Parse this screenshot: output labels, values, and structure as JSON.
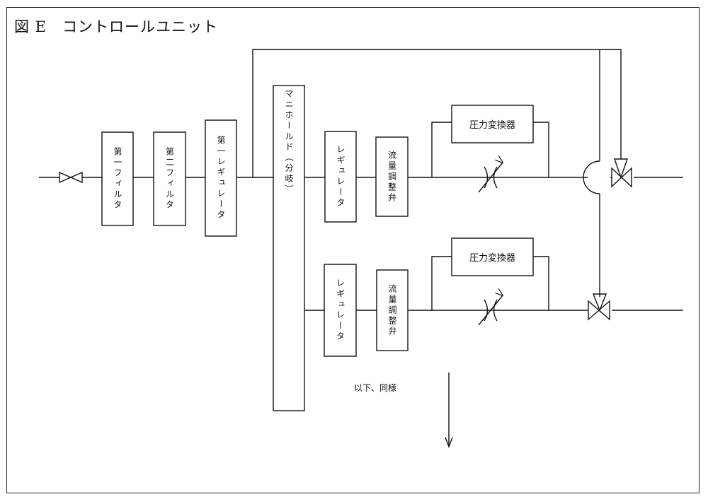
{
  "title": {
    "fig": "図 E",
    "name": "コントロールユニット"
  },
  "components": {
    "filter1": "第一フィルタ",
    "filter2": "第二フィルタ",
    "regulator1": "第一レギュレータ",
    "manifold": "マニホールド（分岐）",
    "regulator_a": "レギュレータ",
    "flow_valve_a": "流量調整弁",
    "transducer_a": "圧力変換器",
    "regulator_b": "レギュレータ",
    "flow_valve_b": "流量調整弁",
    "transducer_b": "圧力変換器"
  },
  "note": "以下、同様",
  "icons": {
    "inlet_valve": "gate-valve-icon",
    "variable_restrictor": "variable-restrictor-icon",
    "three_way_valve": "three-way-valve-icon",
    "downward_arrow": "arrow-down-icon",
    "line_crossover": "line-jump-icon"
  }
}
